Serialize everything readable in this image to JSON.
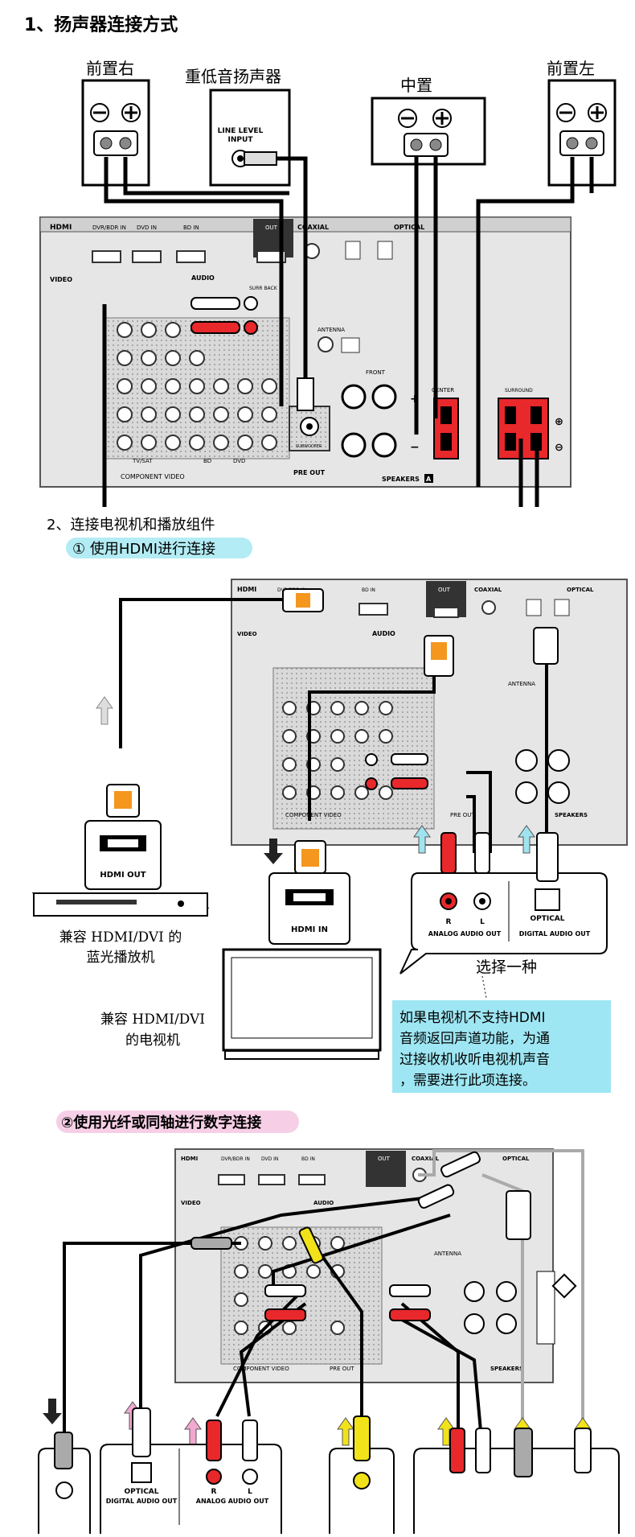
{
  "section1": {
    "title": "1、扬声器连接方式",
    "speakers": {
      "front_right": "前置右",
      "subwoofer": "重低音扬声器",
      "center": "中置",
      "front_left": "前置左"
    },
    "sub_input": "LINE LEVEL\nINPUT",
    "receiver": {
      "hdmi": "HDMI",
      "dvr_bdr_in": "DVR/BDR IN",
      "dvd_in": "DVD IN",
      "bd_in": "BD IN",
      "out": "OUT",
      "coaxial": "COAXIAL",
      "optical": "OPTICAL",
      "video": "VIDEO",
      "audio": "AUDIO",
      "surr_back": "SURR BACK",
      "antenna": "ANTENNA",
      "front": "FRONT",
      "center": "CENTER",
      "surround": "SURROUND",
      "pre_out": "PRE OUT",
      "speakers": "SPEAKERS",
      "speakers_badge": "A",
      "component_video": "COMPONENT VIDEO",
      "tv_sat": "TV/SAT",
      "bd": "BD",
      "dvd": "DVD",
      "subwoofer": "SUBWOOFER"
    }
  },
  "section2": {
    "title": "2、连接电视机和播放组件",
    "sub1": "① 使用HDMI进行连接",
    "hdmi_out": "HDMI OUT",
    "hdmi_in": "HDMI IN",
    "player_caption_1": "兼容 HDMI/DVI 的",
    "player_caption_2": "蓝光播放机",
    "tv_caption_1": "兼容 HDMI/DVI",
    "tv_caption_2": "的电视机",
    "analog_audio_out": "ANALOG AUDIO OUT",
    "digital_audio_out": "DIGITAL AUDIO OUT",
    "optical": "OPTICAL",
    "r": "R",
    "l": "L",
    "choose_one": "选择一种",
    "note_lines": [
      "如果电视机不支持HDMI",
      "音频返回声道功能，为通",
      "过接收机收听电视机声音",
      "，需要进行此项连接。"
    ],
    "sub2": "②使用光纤或同轴进行数字连接",
    "optical2": "OPTICAL",
    "digital_audio_out2": "DIGITAL AUDIO OUT",
    "analog_audio_out2": "ANALOG AUDIO OUT",
    "r2": "R",
    "l2": "L"
  },
  "colors": {
    "highlight_cyan": "#b3ecf4",
    "highlight_pink": "#f6cfe6",
    "note_bg": "#9ee6f3",
    "hdmi_orange": "#f5961f",
    "red": "#e8282b",
    "yellow": "#f2e21a",
    "arrow_cyan": "#9fe3ef",
    "arrow_pink": "#f3a8cf"
  }
}
